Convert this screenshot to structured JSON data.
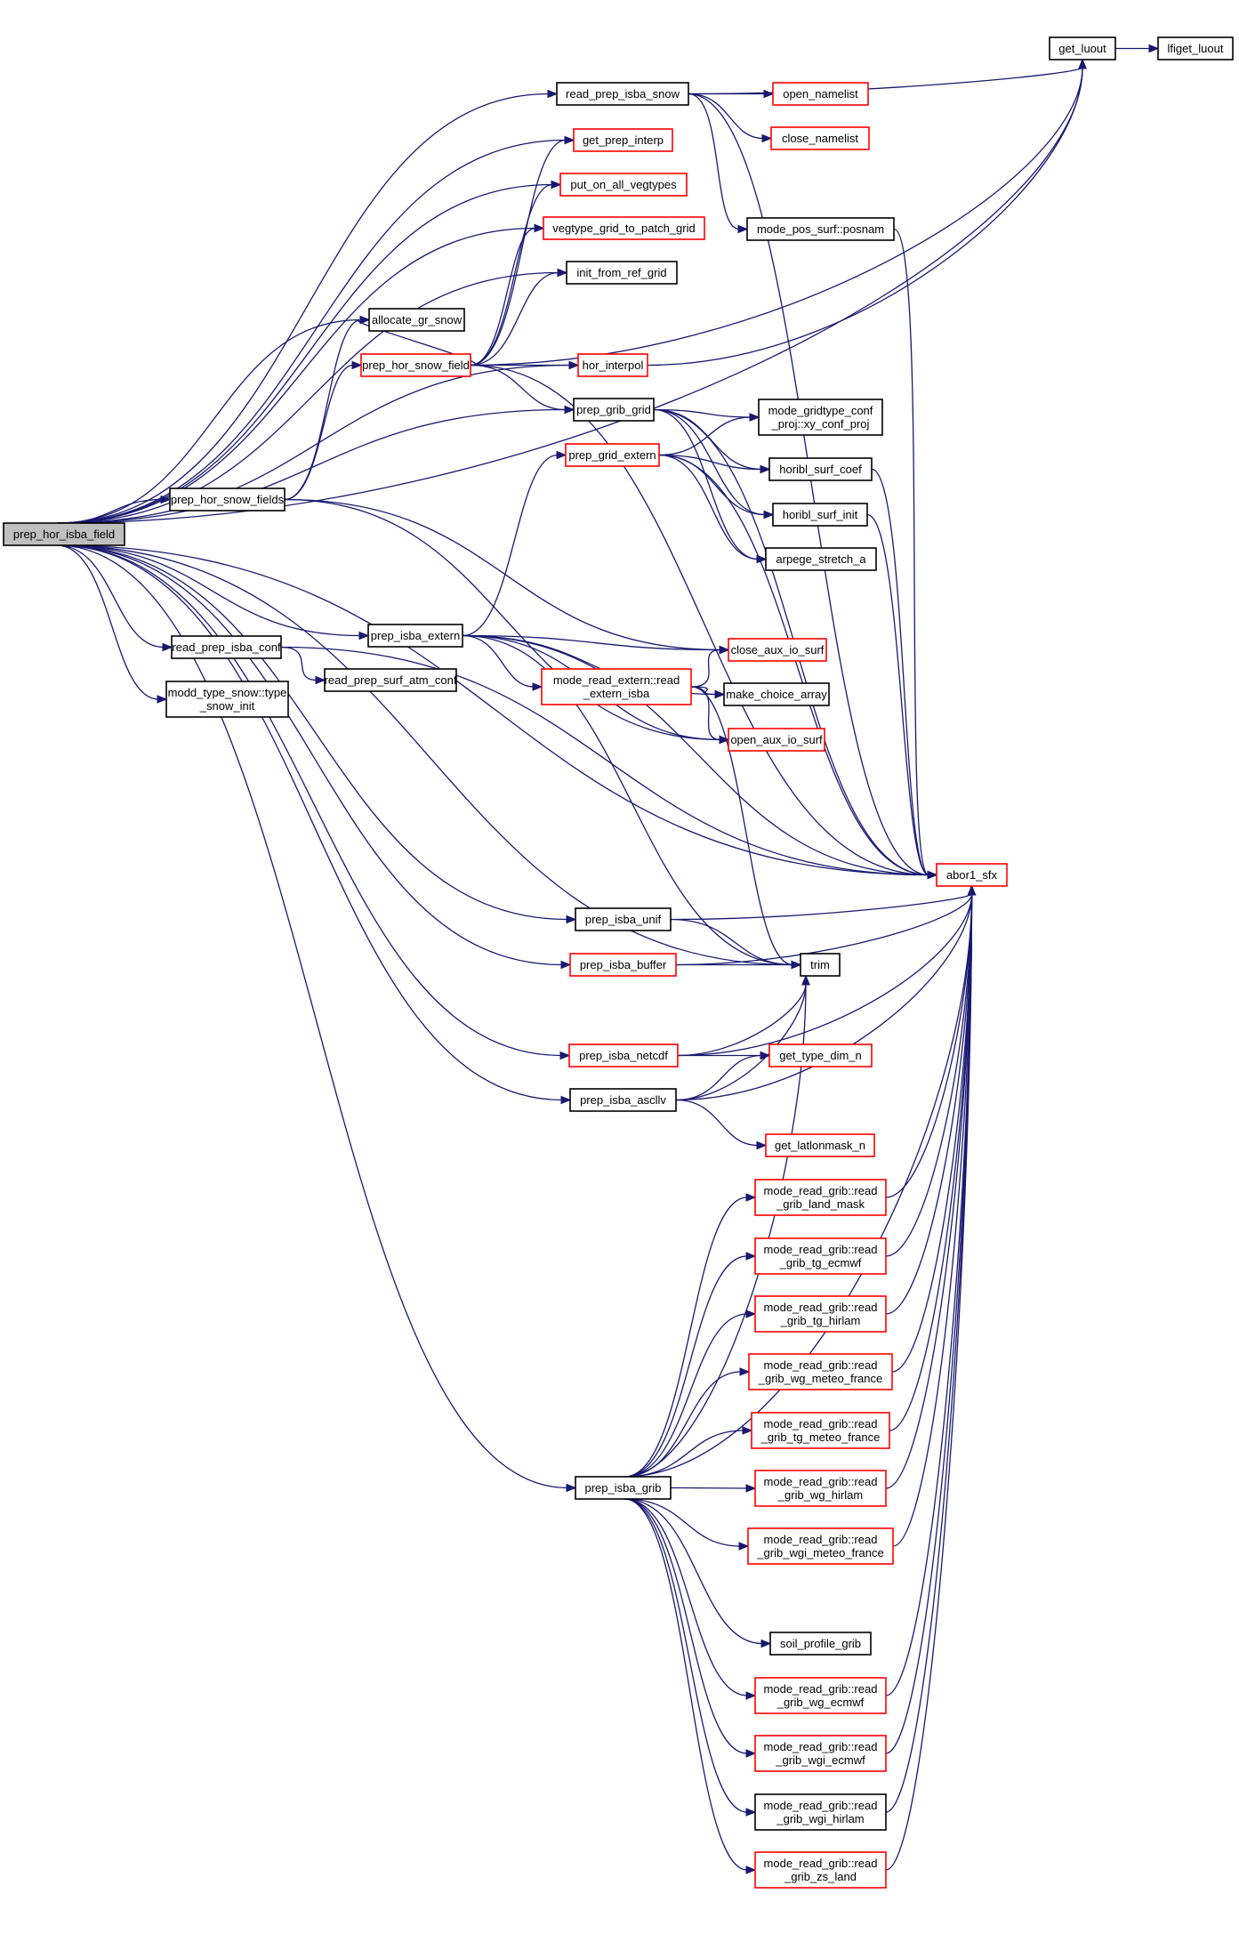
{
  "diagram": {
    "type": "call-graph",
    "colors": {
      "edge": "#191970",
      "root_fill": "#bfbfbf",
      "normal_border": "#000000",
      "truncated_border": "#ff0000",
      "node_fill": "#ffffff"
    },
    "nodes": [
      {
        "id": "prep_hor_isba_field",
        "lines": [
          "prep_hor_isba_field"
        ],
        "style": "root"
      },
      {
        "id": "get_luout",
        "lines": [
          "get_luout"
        ],
        "style": "normal"
      },
      {
        "id": "lfiget_luout",
        "lines": [
          "lfiget_luout"
        ],
        "style": "normal"
      },
      {
        "id": "read_prep_isba_snow",
        "lines": [
          "read_prep_isba_snow"
        ],
        "style": "normal"
      },
      {
        "id": "open_namelist",
        "lines": [
          "open_namelist"
        ],
        "style": "truncated"
      },
      {
        "id": "close_namelist",
        "lines": [
          "close_namelist"
        ],
        "style": "truncated"
      },
      {
        "id": "get_prep_interp",
        "lines": [
          "get_prep_interp"
        ],
        "style": "truncated"
      },
      {
        "id": "put_on_all_vegtypes",
        "lines": [
          "put_on_all_vegtypes"
        ],
        "style": "truncated"
      },
      {
        "id": "vegtype_grid_to_patch_grid",
        "lines": [
          "vegtype_grid_to_patch_grid"
        ],
        "style": "truncated"
      },
      {
        "id": "mode_pos_surf_posnam",
        "lines": [
          "mode_pos_surf::posnam"
        ],
        "style": "normal"
      },
      {
        "id": "init_from_ref_grid",
        "lines": [
          "init_from_ref_grid"
        ],
        "style": "normal"
      },
      {
        "id": "allocate_gr_snow",
        "lines": [
          "allocate_gr_snow"
        ],
        "style": "normal"
      },
      {
        "id": "prep_hor_snow_field",
        "lines": [
          "prep_hor_snow_field"
        ],
        "style": "truncated"
      },
      {
        "id": "hor_interpol",
        "lines": [
          "hor_interpol"
        ],
        "style": "truncated"
      },
      {
        "id": "prep_grib_grid",
        "lines": [
          "prep_grib_grid"
        ],
        "style": "normal"
      },
      {
        "id": "xy_conf_proj",
        "lines": [
          "mode_gridtype_conf",
          "_proj::xy_conf_proj"
        ],
        "style": "normal"
      },
      {
        "id": "prep_grid_extern",
        "lines": [
          "prep_grid_extern"
        ],
        "style": "truncated"
      },
      {
        "id": "horibl_surf_coef",
        "lines": [
          "horibl_surf_coef"
        ],
        "style": "normal"
      },
      {
        "id": "prep_hor_snow_fields",
        "lines": [
          "prep_hor_snow_fields"
        ],
        "style": "normal"
      },
      {
        "id": "horibl_surf_init",
        "lines": [
          "horibl_surf_init"
        ],
        "style": "normal"
      },
      {
        "id": "arpege_stretch_a",
        "lines": [
          "arpege_stretch_a"
        ],
        "style": "normal"
      },
      {
        "id": "prep_isba_extern",
        "lines": [
          "prep_isba_extern"
        ],
        "style": "normal"
      },
      {
        "id": "read_prep_isba_conf",
        "lines": [
          "read_prep_isba_conf"
        ],
        "style": "normal"
      },
      {
        "id": "close_aux_io_surf",
        "lines": [
          "close_aux_io_surf"
        ],
        "style": "truncated"
      },
      {
        "id": "read_prep_surf_atm_conf",
        "lines": [
          "read_prep_surf_atm_conf"
        ],
        "style": "normal"
      },
      {
        "id": "read_extern_isba",
        "lines": [
          "mode_read_extern::read",
          "_extern_isba"
        ],
        "style": "truncated"
      },
      {
        "id": "make_choice_array",
        "lines": [
          "make_choice_array"
        ],
        "style": "normal"
      },
      {
        "id": "type_snow_init",
        "lines": [
          "modd_type_snow::type",
          "_snow_init"
        ],
        "style": "normal"
      },
      {
        "id": "open_aux_io_surf",
        "lines": [
          "open_aux_io_surf"
        ],
        "style": "truncated"
      },
      {
        "id": "abor1_sfx",
        "lines": [
          "abor1_sfx"
        ],
        "style": "truncated"
      },
      {
        "id": "prep_isba_unif",
        "lines": [
          "prep_isba_unif"
        ],
        "style": "normal"
      },
      {
        "id": "prep_isba_buffer",
        "lines": [
          "prep_isba_buffer"
        ],
        "style": "truncated"
      },
      {
        "id": "trim",
        "lines": [
          "trim"
        ],
        "style": "normal"
      },
      {
        "id": "prep_isba_netcdf",
        "lines": [
          "prep_isba_netcdf"
        ],
        "style": "truncated"
      },
      {
        "id": "get_type_dim_n",
        "lines": [
          "get_type_dim_n"
        ],
        "style": "truncated"
      },
      {
        "id": "prep_isba_ascllv",
        "lines": [
          "prep_isba_ascllv"
        ],
        "style": "normal"
      },
      {
        "id": "get_latlonmask_n",
        "lines": [
          "get_latlonmask_n"
        ],
        "style": "truncated"
      },
      {
        "id": "read_grib_land_mask",
        "lines": [
          "mode_read_grib::read",
          "_grib_land_mask"
        ],
        "style": "truncated"
      },
      {
        "id": "read_grib_tg_ecmwf",
        "lines": [
          "mode_read_grib::read",
          "_grib_tg_ecmwf"
        ],
        "style": "truncated"
      },
      {
        "id": "read_grib_tg_hirlam",
        "lines": [
          "mode_read_grib::read",
          "_grib_tg_hirlam"
        ],
        "style": "truncated"
      },
      {
        "id": "read_grib_wg_meteo_france",
        "lines": [
          "mode_read_grib::read",
          "_grib_wg_meteo_france"
        ],
        "style": "truncated"
      },
      {
        "id": "read_grib_tg_meteo_france",
        "lines": [
          "mode_read_grib::read",
          "_grib_tg_meteo_france"
        ],
        "style": "truncated"
      },
      {
        "id": "prep_isba_grib",
        "lines": [
          "prep_isba_grib"
        ],
        "style": "normal"
      },
      {
        "id": "read_grib_wg_hirlam",
        "lines": [
          "mode_read_grib::read",
          "_grib_wg_hirlam"
        ],
        "style": "truncated"
      },
      {
        "id": "read_grib_wgi_meteo_france",
        "lines": [
          "mode_read_grib::read",
          "_grib_wgi_meteo_france"
        ],
        "style": "truncated"
      },
      {
        "id": "soil_profile_grib",
        "lines": [
          "soil_profile_grib"
        ],
        "style": "normal"
      },
      {
        "id": "read_grib_wg_ecmwf",
        "lines": [
          "mode_read_grib::read",
          "_grib_wg_ecmwf"
        ],
        "style": "truncated"
      },
      {
        "id": "read_grib_wgi_ecmwf",
        "lines": [
          "mode_read_grib::read",
          "_grib_wgi_ecmwf"
        ],
        "style": "truncated"
      },
      {
        "id": "read_grib_wgi_hirlam",
        "lines": [
          "mode_read_grib::read",
          "_grib_wgi_hirlam"
        ],
        "style": "normal"
      },
      {
        "id": "read_grib_zs_land",
        "lines": [
          "mode_read_grib::read",
          "_grib_zs_land"
        ],
        "style": "truncated"
      }
    ],
    "edges": [
      [
        "prep_hor_isba_field",
        "get_luout"
      ],
      [
        "prep_hor_isba_field",
        "read_prep_isba_snow"
      ],
      [
        "prep_hor_isba_field",
        "get_prep_interp"
      ],
      [
        "prep_hor_isba_field",
        "put_on_all_vegtypes"
      ],
      [
        "prep_hor_isba_field",
        "vegtype_grid_to_patch_grid"
      ],
      [
        "prep_hor_isba_field",
        "init_from_ref_grid"
      ],
      [
        "prep_hor_isba_field",
        "allocate_gr_snow"
      ],
      [
        "prep_hor_isba_field",
        "hor_interpol"
      ],
      [
        "prep_hor_isba_field",
        "prep_grib_grid"
      ],
      [
        "prep_hor_isba_field",
        "prep_hor_snow_fields"
      ],
      [
        "prep_hor_isba_field",
        "prep_isba_extern"
      ],
      [
        "prep_hor_isba_field",
        "read_prep_isba_conf"
      ],
      [
        "prep_hor_isba_field",
        "type_snow_init"
      ],
      [
        "prep_hor_isba_field",
        "prep_isba_unif"
      ],
      [
        "prep_hor_isba_field",
        "prep_isba_buffer"
      ],
      [
        "prep_hor_isba_field",
        "trim"
      ],
      [
        "prep_hor_isba_field",
        "prep_isba_netcdf"
      ],
      [
        "prep_hor_isba_field",
        "prep_isba_ascllv"
      ],
      [
        "prep_hor_isba_field",
        "prep_isba_grib"
      ],
      [
        "prep_hor_isba_field",
        "abor1_sfx"
      ],
      [
        "get_luout",
        "lfiget_luout"
      ],
      [
        "read_prep_isba_snow",
        "get_luout"
      ],
      [
        "read_prep_isba_snow",
        "open_namelist"
      ],
      [
        "read_prep_isba_snow",
        "close_namelist"
      ],
      [
        "read_prep_isba_snow",
        "mode_pos_surf_posnam"
      ],
      [
        "read_prep_isba_snow",
        "abor1_sfx"
      ],
      [
        "mode_pos_surf_posnam",
        "abor1_sfx"
      ],
      [
        "prep_hor_snow_field",
        "get_prep_interp"
      ],
      [
        "prep_hor_snow_field",
        "put_on_all_vegtypes"
      ],
      [
        "prep_hor_snow_field",
        "vegtype_grid_to_patch_grid"
      ],
      [
        "prep_hor_snow_field",
        "init_from_ref_grid"
      ],
      [
        "prep_hor_snow_field",
        "allocate_gr_snow"
      ],
      [
        "prep_hor_snow_field",
        "hor_interpol"
      ],
      [
        "prep_hor_snow_field",
        "prep_grib_grid"
      ],
      [
        "prep_hor_snow_field",
        "get_luout"
      ],
      [
        "prep_hor_snow_field",
        "abor1_sfx"
      ],
      [
        "hor_interpol",
        "get_luout"
      ],
      [
        "prep_grib_grid",
        "xy_conf_proj"
      ],
      [
        "prep_grib_grid",
        "horibl_surf_coef"
      ],
      [
        "prep_grib_grid",
        "horibl_surf_init"
      ],
      [
        "prep_grib_grid",
        "arpege_stretch_a"
      ],
      [
        "prep_grib_grid",
        "abor1_sfx"
      ],
      [
        "prep_grid_extern",
        "xy_conf_proj"
      ],
      [
        "prep_grid_extern",
        "horibl_surf_coef"
      ],
      [
        "prep_grid_extern",
        "horibl_surf_init"
      ],
      [
        "prep_grid_extern",
        "arpege_stretch_a"
      ],
      [
        "prep_grid_extern",
        "abor1_sfx"
      ],
      [
        "horibl_surf_coef",
        "abor1_sfx"
      ],
      [
        "horibl_surf_init",
        "abor1_sfx"
      ],
      [
        "prep_hor_snow_fields",
        "allocate_gr_snow"
      ],
      [
        "prep_hor_snow_fields",
        "prep_hor_snow_field"
      ],
      [
        "prep_hor_snow_fields",
        "close_aux_io_surf"
      ],
      [
        "prep_hor_snow_fields",
        "open_aux_io_surf"
      ],
      [
        "prep_isba_extern",
        "prep_grid_extern"
      ],
      [
        "prep_isba_extern",
        "close_aux_io_surf"
      ],
      [
        "prep_isba_extern",
        "make_choice_array"
      ],
      [
        "prep_isba_extern",
        "read_extern_isba"
      ],
      [
        "prep_isba_extern",
        "open_aux_io_surf"
      ],
      [
        "prep_isba_extern",
        "abor1_sfx"
      ],
      [
        "prep_isba_extern",
        "trim"
      ],
      [
        "read_prep_isba_conf",
        "read_prep_surf_atm_conf"
      ],
      [
        "read_prep_isba_conf",
        "abor1_sfx"
      ],
      [
        "read_extern_isba",
        "close_aux_io_surf"
      ],
      [
        "read_extern_isba",
        "make_choice_array"
      ],
      [
        "read_extern_isba",
        "open_aux_io_surf"
      ],
      [
        "read_extern_isba",
        "trim"
      ],
      [
        "prep_isba_unif",
        "abor1_sfx"
      ],
      [
        "prep_isba_unif",
        "trim"
      ],
      [
        "prep_isba_buffer",
        "abor1_sfx"
      ],
      [
        "prep_isba_buffer",
        "trim"
      ],
      [
        "prep_isba_netcdf",
        "trim"
      ],
      [
        "prep_isba_netcdf",
        "abor1_sfx"
      ],
      [
        "prep_isba_netcdf",
        "get_type_dim_n"
      ],
      [
        "prep_isba_ascllv",
        "trim"
      ],
      [
        "prep_isba_ascllv",
        "get_type_dim_n"
      ],
      [
        "prep_isba_ascllv",
        "abor1_sfx"
      ],
      [
        "prep_isba_ascllv",
        "get_latlonmask_n"
      ],
      [
        "prep_isba_grib",
        "trim"
      ],
      [
        "prep_isba_grib",
        "read_grib_land_mask"
      ],
      [
        "prep_isba_grib",
        "read_grib_tg_ecmwf"
      ],
      [
        "prep_isba_grib",
        "read_grib_tg_hirlam"
      ],
      [
        "prep_isba_grib",
        "read_grib_wg_meteo_france"
      ],
      [
        "prep_isba_grib",
        "read_grib_tg_meteo_france"
      ],
      [
        "prep_isba_grib",
        "read_grib_wg_hirlam"
      ],
      [
        "prep_isba_grib",
        "read_grib_wgi_meteo_france"
      ],
      [
        "prep_isba_grib",
        "abor1_sfx"
      ],
      [
        "prep_isba_grib",
        "soil_profile_grib"
      ],
      [
        "prep_isba_grib",
        "read_grib_wg_ecmwf"
      ],
      [
        "prep_isba_grib",
        "read_grib_wgi_ecmwf"
      ],
      [
        "prep_isba_grib",
        "read_grib_wgi_hirlam"
      ],
      [
        "prep_isba_grib",
        "read_grib_zs_land"
      ],
      [
        "read_grib_land_mask",
        "abor1_sfx"
      ],
      [
        "read_grib_tg_ecmwf",
        "abor1_sfx"
      ],
      [
        "read_grib_tg_hirlam",
        "abor1_sfx"
      ],
      [
        "read_grib_wg_meteo_france",
        "abor1_sfx"
      ],
      [
        "read_grib_tg_meteo_france",
        "abor1_sfx"
      ],
      [
        "read_grib_wg_hirlam",
        "abor1_sfx"
      ],
      [
        "read_grib_wgi_meteo_france",
        "abor1_sfx"
      ],
      [
        "read_grib_wg_ecmwf",
        "abor1_sfx"
      ],
      [
        "read_grib_wgi_ecmwf",
        "abor1_sfx"
      ],
      [
        "read_grib_wgi_hirlam",
        "abor1_sfx"
      ],
      [
        "read_grib_zs_land",
        "abor1_sfx"
      ]
    ]
  }
}
